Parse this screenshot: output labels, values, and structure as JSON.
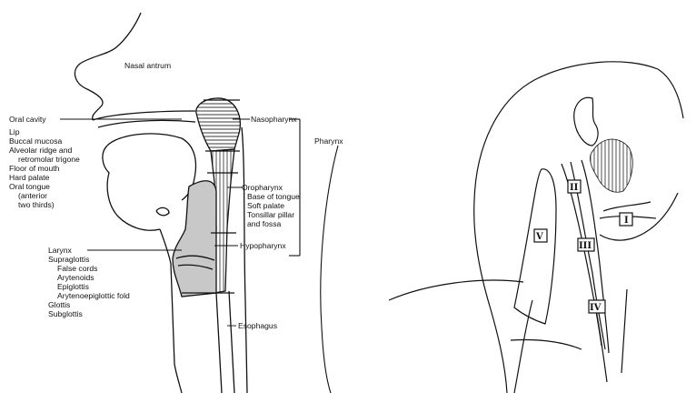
{
  "left_labels": {
    "nasal_antrum": "Nasal antrum",
    "oral_cavity": "Oral cavity",
    "lip": "Lip",
    "buccal": "Buccal mucosa",
    "alveolar1": "Alveolar ridge and",
    "alveolar2": "retromolar trigone",
    "floor": "Floor of mouth",
    "hard_palate": "Hard palate",
    "oral_tongue": "Oral tongue",
    "anterior": "(anterior",
    "two_thirds": "two thirds)",
    "larynx": "Larynx",
    "supraglottis": "Supraglottis",
    "false_cords": "False cords",
    "arytenoids": "Arytenoids",
    "epiglottis": "Epiglottis",
    "aryepi": "Arytenoepiglottic fold",
    "glottis": "Glottis",
    "subglottis": "Subglottis",
    "nasopharynx": "Nasopharynx",
    "oropharynx": "Oropharynx",
    "base_tongue": "Base of tongue",
    "soft_palate": "Soft palate",
    "tonsillar": "Tonsillar pillar",
    "fossa": "and fossa",
    "hypopharynx": "Hypopharynx",
    "pharynx": "Pharynx",
    "esophagus": "Esophagus"
  },
  "neck_levels": {
    "I": "I",
    "II": "II",
    "III": "III",
    "IV": "IV",
    "V": "V"
  },
  "colors": {
    "line": "#111111",
    "larynx_fill": "#c8c8c8"
  }
}
